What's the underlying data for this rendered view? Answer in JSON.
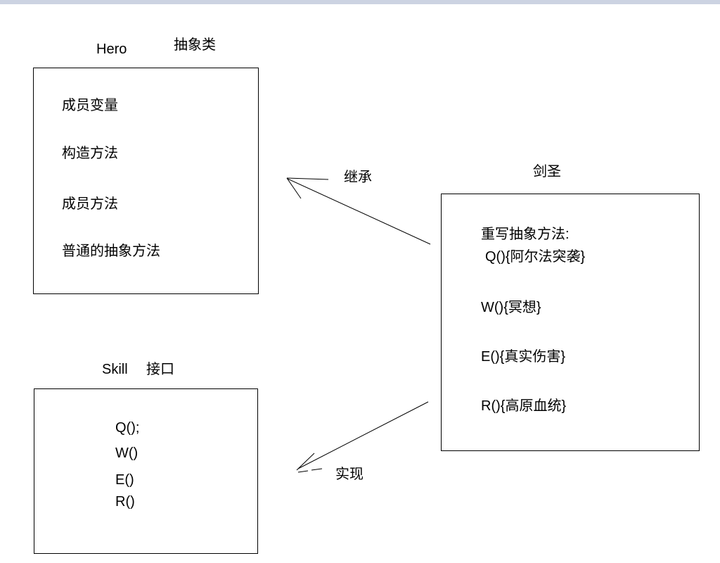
{
  "window": {
    "top_bar_color": "#ccd3e2"
  },
  "diagram": {
    "hero": {
      "title": "Hero",
      "stereotype": "抽象类",
      "members": [
        "成员变量",
        "构造方法",
        "成员方法",
        "普通的抽象方法"
      ]
    },
    "skill": {
      "title": "Skill",
      "stereotype": "接口",
      "methods": [
        "Q();",
        "W()",
        "E()",
        "R()"
      ]
    },
    "juggernaut": {
      "title": "剑圣",
      "header": "重写抽象方法:",
      "methods": [
        "Q(){阿尔法突袭}",
        "W(){冥想}",
        "E(){真实伤害}",
        "R(){高原血统}"
      ]
    },
    "edges": {
      "inheritance_label": "继承",
      "implementation_label": "实现"
    },
    "colors": {
      "line": "#000000",
      "background": "#ffffff"
    }
  }
}
